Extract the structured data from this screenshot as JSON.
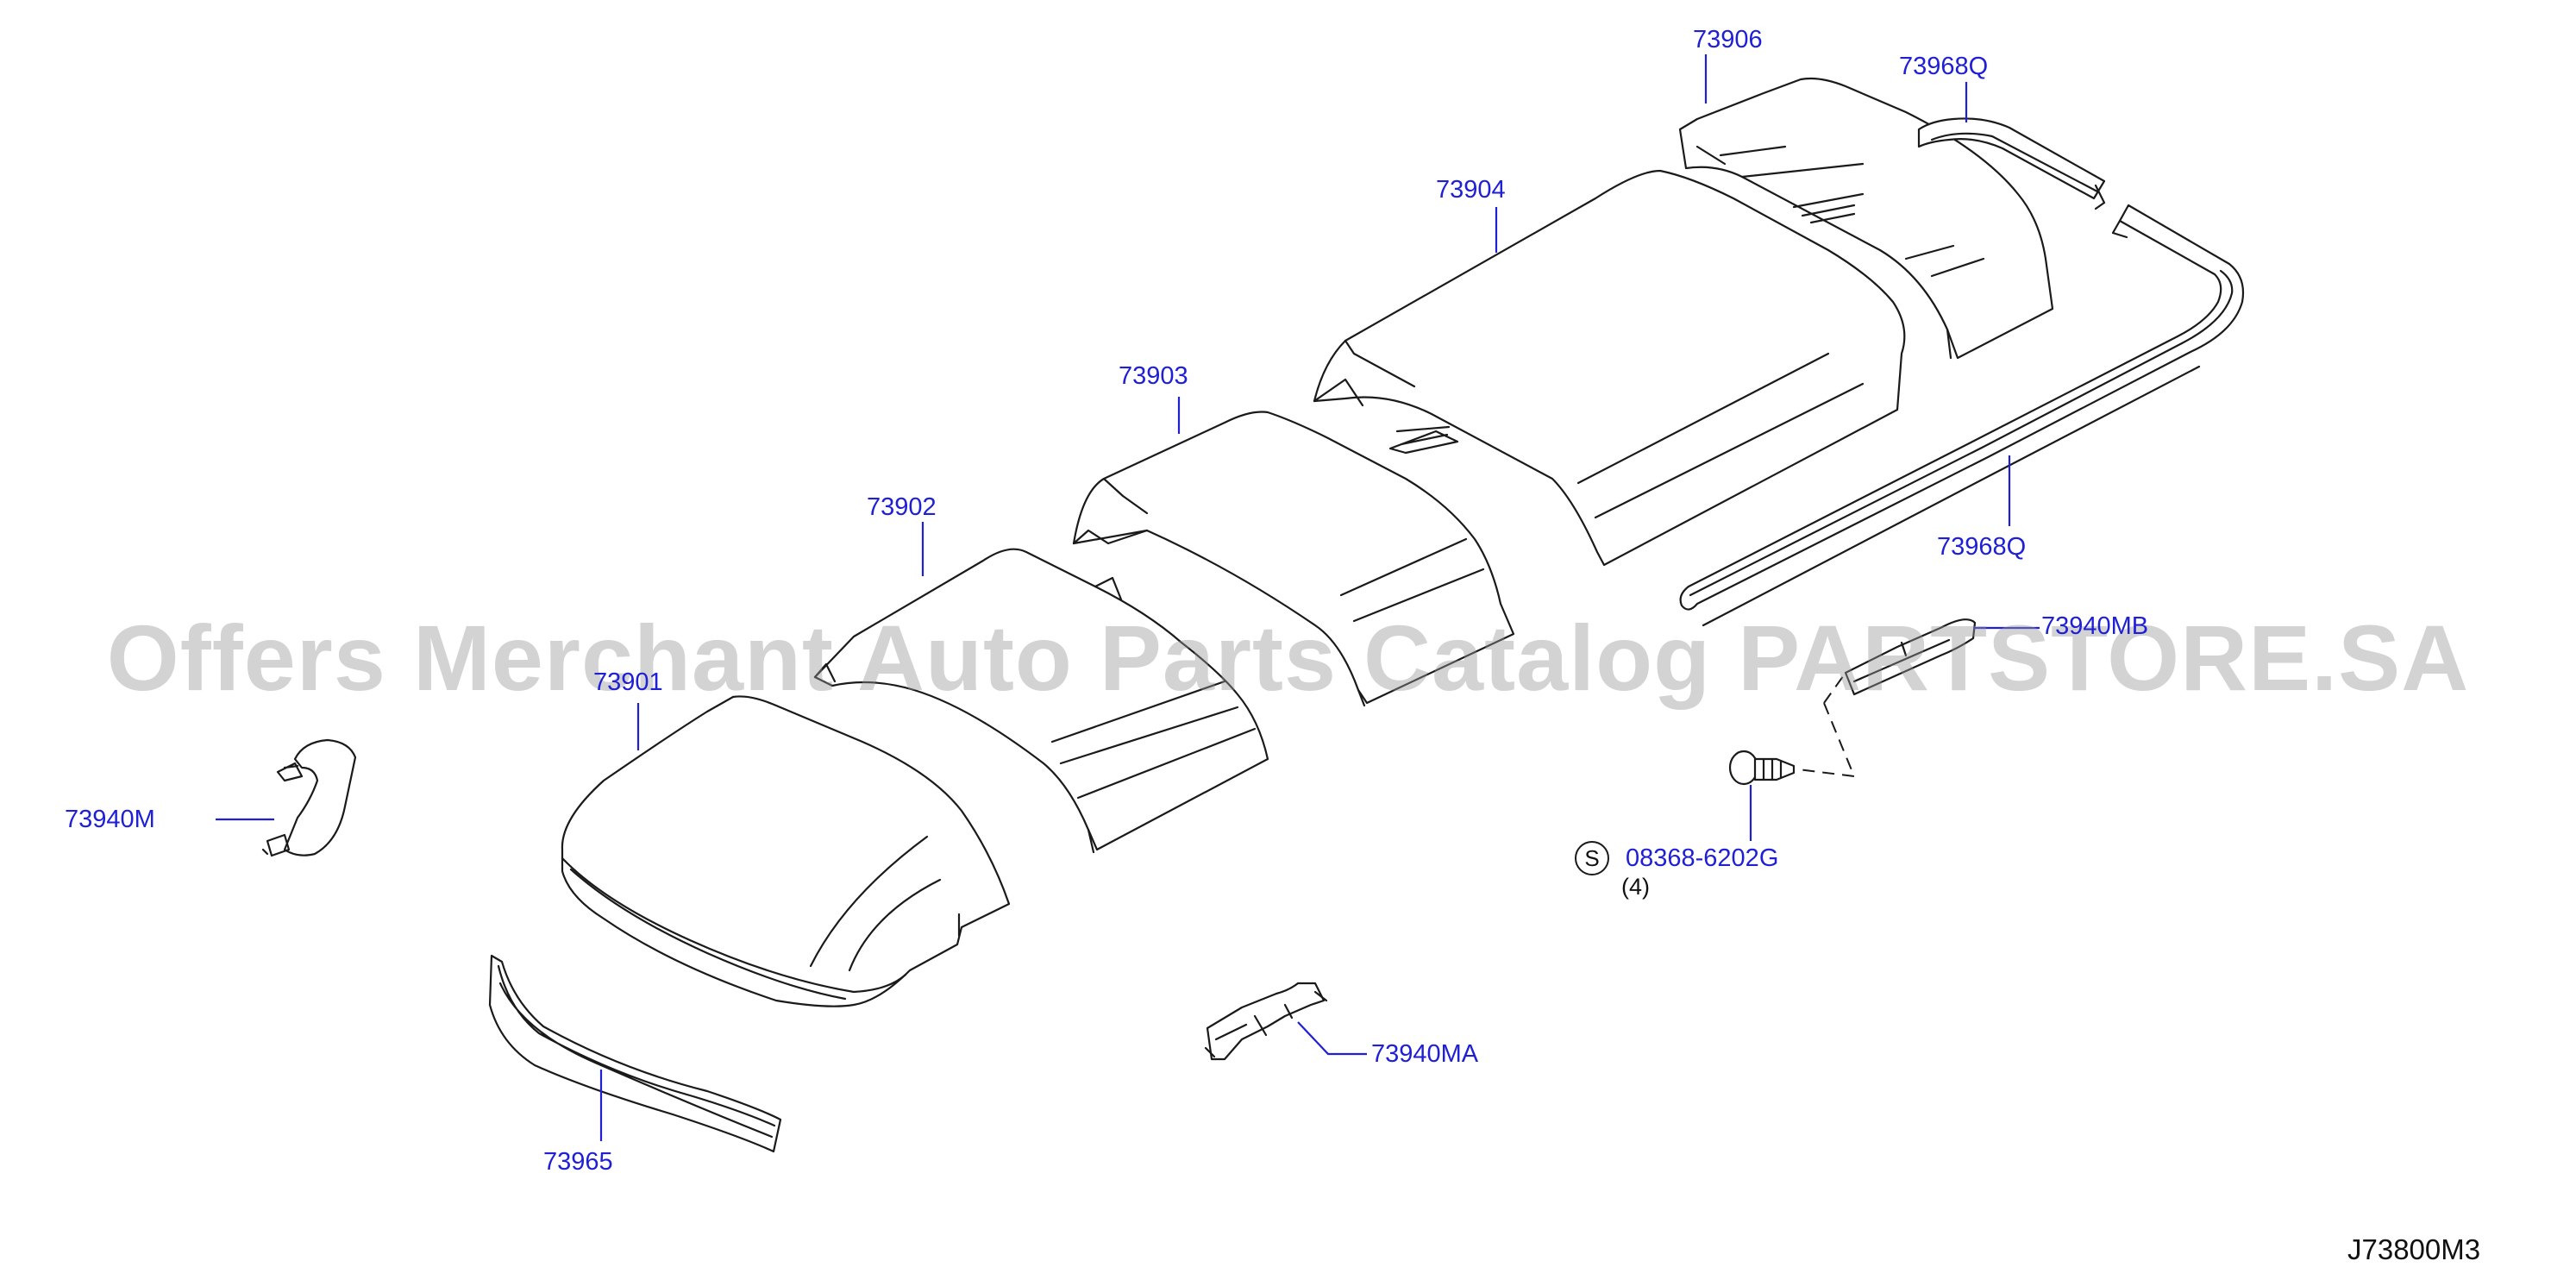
{
  "labels": {
    "p73906": "73906",
    "p73968q_top": "73968Q",
    "p73904": "73904",
    "p73903": "73903",
    "p73902": "73902",
    "p73901": "73901",
    "p73968q_side": "73968Q",
    "p73940mb": "73940MB",
    "p73940m": "73940M",
    "p08368": "08368-6202G",
    "p73940ma": "73940MA",
    "p73965": "73965"
  },
  "screw": {
    "symbol": "S",
    "quantity": "(4)"
  },
  "diagram_code": "J73800M3",
  "watermark": "Offers Merchant Auto Parts Catalog PARTSTORE.SA",
  "colors": {
    "label": "#1f1fd6",
    "line": "#1a1a1a",
    "watermark": "#969696"
  }
}
